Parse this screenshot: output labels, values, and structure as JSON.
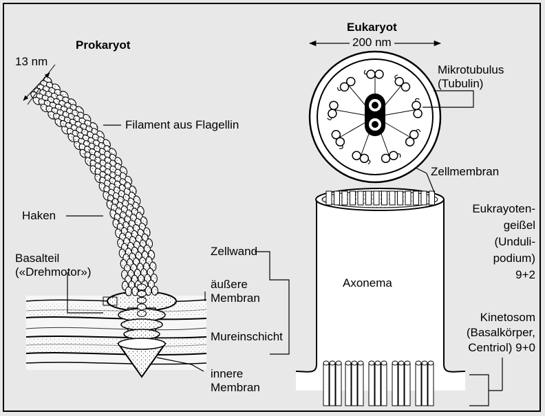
{
  "prokaryote": {
    "title": "Prokaryot",
    "width_label": "13 nm",
    "filament": "Filament aus Flagellin",
    "hook": "Haken",
    "basal_1": "Basalteil",
    "basal_2": "(«Drehmotor»)",
    "outer_membrane_1": "äußere",
    "outer_membrane_2": "Membran",
    "murein": "Mureinschicht",
    "inner_membrane_1": "innere",
    "inner_membrane_2": "Membran",
    "cell_wall": "Zellwand"
  },
  "eukaryote": {
    "title": "Eukaryot",
    "width_label": "200 nm",
    "microtubule_1": "Mikrotubulus",
    "microtubule_2": "(Tubulin)",
    "cell_membrane": "Zellmembran",
    "flagellum_1": "Eukrayoten-",
    "flagellum_2": "geißel",
    "flagellum_3": "(Unduli-",
    "flagellum_4": "podium)",
    "flagellum_5": "9+2",
    "axoneme": "Axonema",
    "kinetosome_1": "Kinetosom",
    "kinetosome_2": "(Basalkörper,",
    "kinetosome_3": "Centriol) 9+0"
  }
}
